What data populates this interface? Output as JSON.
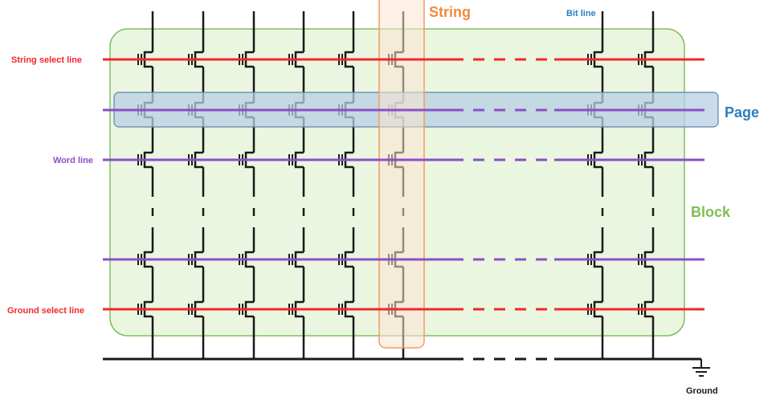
{
  "labels": {
    "string": "String",
    "bit_line": "Bit line",
    "string_select_line": "String select line",
    "page": "Page",
    "word_line": "Word line",
    "block": "Block",
    "ground_select_line": "Ground select line",
    "ground": "Ground"
  },
  "colors": {
    "select_line": "#f0282d",
    "word_line": "#8a4fc8",
    "wire": "#1a1a1a",
    "block_fill": "#eaf6df",
    "block_stroke": "#7fbf5f",
    "page_fill": "#b7cfe3",
    "page_stroke": "#5a86b0",
    "string_fill": "#fbe3d2",
    "string_stroke": "#f29c63",
    "string_label": "#f08a3c",
    "page_label": "#2b7ec1",
    "block_label": "#7cbf56",
    "bitline_label": "#2b7ec1",
    "wordline_label": "#8a4fc8",
    "selectline_label": "#f0282d"
  }
}
